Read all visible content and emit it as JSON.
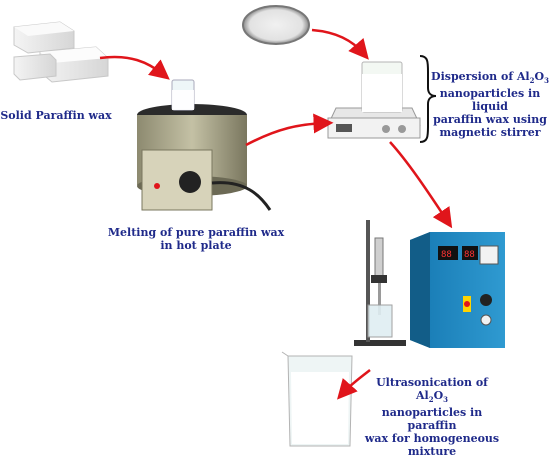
{
  "steps": {
    "solid_wax": "Solid Paraffin wax",
    "melting": {
      "line1": "Melting of pure paraffin wax",
      "line2": "in hot plate"
    },
    "dispersion": {
      "line1_pre": "Dispersion of Al",
      "sub1": "2",
      "mid": "O",
      "sub2": "3",
      "line2": "nanoparticles in liquid",
      "line3": "paraffin wax using",
      "line4": "magnetic stirrer"
    },
    "ultrasonication": {
      "line1_pre": "Ultrasonication of Al",
      "sub1": "2",
      "mid": "O",
      "sub2": "3",
      "line2": "nanoparticles in paraffin",
      "line3": "wax for homogeneous",
      "line4": "mixture"
    }
  },
  "colors": {
    "arrow": "#e0151b",
    "caption": "#1f2a8a"
  }
}
